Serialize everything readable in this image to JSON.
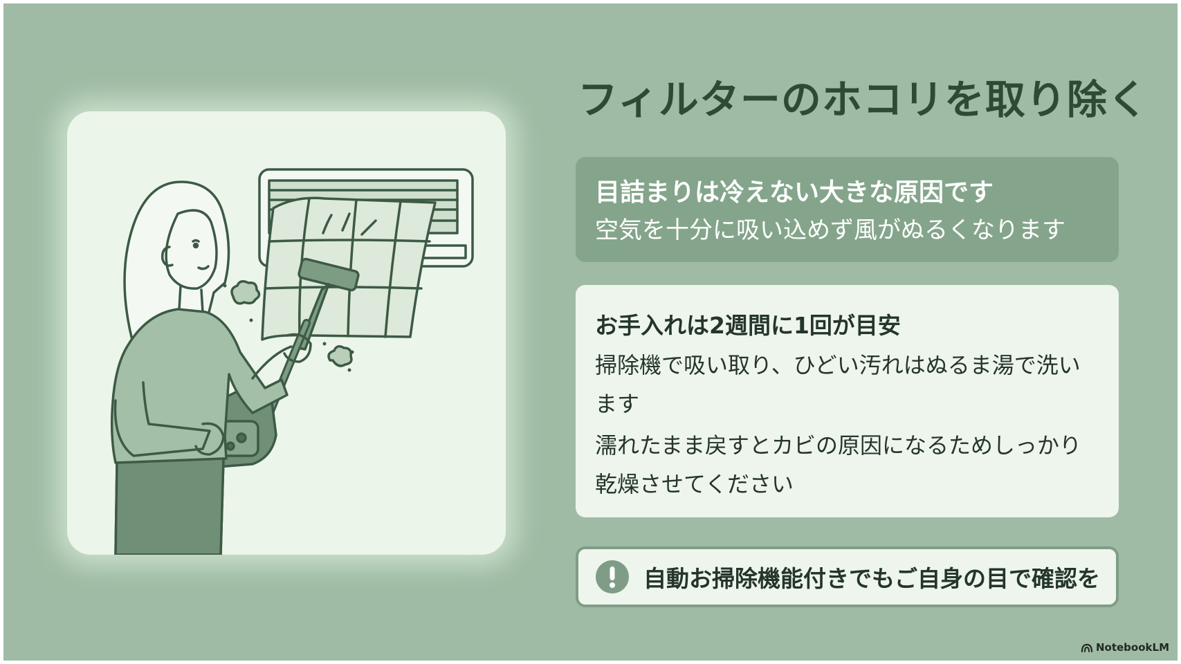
{
  "slide": {
    "title": "フィルターのホコリを取り除く",
    "cause": {
      "heading": "目詰まりは冷えない大きな原因です",
      "detail": "空気を十分に吸い込めず風がぬるくなります"
    },
    "care": {
      "heading": "お手入れは2週間に1回が目安",
      "lines": [
        "掃除機で吸い取り、ひどい汚れはぬるま湯で洗います",
        "濡れたまま戻すとカビの原因になるためしっかり乾燥させてください"
      ]
    },
    "note": {
      "icon": "exclamation-icon",
      "text": "自動お掃除機能付きでもご自身の目で確認を"
    },
    "illustration": {
      "subject": "woman-vacuuming-air-conditioner-filter-illustration"
    },
    "branding": {
      "icon": "notebooklm-logo-icon",
      "label": "NotebookLM"
    },
    "colors": {
      "background": "#9fbba5",
      "accent": "#84a58b",
      "panel": "#eef5ed",
      "text_dark": "#24352a",
      "title_text": "#2e4a37",
      "line_art": "#3c5a45"
    }
  }
}
